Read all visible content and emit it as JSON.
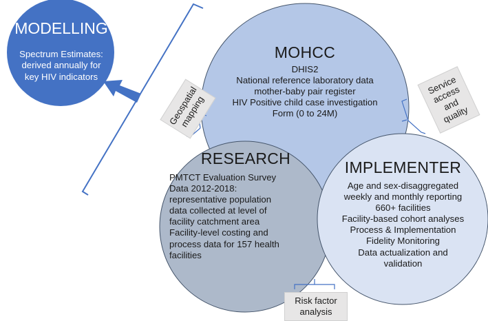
{
  "modelling": {
    "title": "MODELLING",
    "lines": [
      "Spectrum Estimates:",
      "derived annually for",
      "key HIV indicators"
    ]
  },
  "mohcc": {
    "title": "MOHCC",
    "lines": [
      "DHIS2",
      "National reference laboratory data",
      "mother-baby pair register",
      "HIV Positive child case investigation",
      "Form (0 to 24M)"
    ]
  },
  "research": {
    "title": "RESEARCH",
    "lines": [
      "PMTCT Evaluation Survey",
      "Data 2012-2018:",
      "representative population",
      "data collected at level of",
      "facility catchment area",
      "Facility-level costing and",
      "process data for 157 health",
      "facilities"
    ]
  },
  "implementer": {
    "title": "IMPLEMENTER",
    "lines": [
      "Age and sex-disaggregated",
      "weekly and monthly reporting",
      "660+ facilities",
      "Facility-based cohort analyses",
      "Process & Implementation",
      "Fidelity Monitoring",
      "Data actualization and",
      "validation"
    ]
  },
  "labels": {
    "geospatial": [
      "Geospatial",
      "mapping"
    ],
    "service": [
      "Service",
      "access",
      "and",
      "quality"
    ],
    "risk": [
      "Risk factor",
      "analysis"
    ]
  },
  "colors": {
    "modelling_fill": "#4472C4",
    "mohcc_fill": "#B4C7E7",
    "research_fill": "#ADB9CA",
    "implementer_fill": "#DAE3F3",
    "outline": "#44546A",
    "bracket": "#4472C4",
    "label_bg": "#E7E6E6"
  }
}
